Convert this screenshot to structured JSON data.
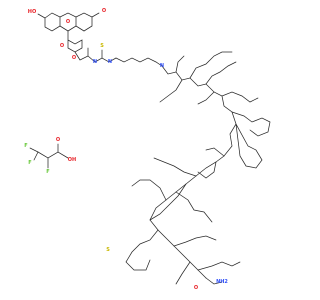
{
  "title": "",
  "colors": {
    "bond": "#2a2a2a",
    "background": "#ffffff",
    "oxygen": "#e8242a",
    "nitrogen": "#3050f8",
    "sulfur": "#c9b800",
    "fluorine": "#69c93b",
    "carbon": "#2a2a2a"
  },
  "atom_labels": {
    "oh_left": "HO",
    "o_right": "O",
    "o_ring": "O",
    "o_carbonyl_a": "O",
    "o_carbonyl_b": "O",
    "s_thio": "S",
    "nh_thio_a": "N",
    "nh_thio_b": "N",
    "n_amide": "N",
    "o_acid": "O",
    "oh_acid": "OH",
    "f1": "F",
    "f2": "F",
    "f3": "F",
    "s_met": "S",
    "nh_amide": "NH2",
    "o_term": "O"
  }
}
